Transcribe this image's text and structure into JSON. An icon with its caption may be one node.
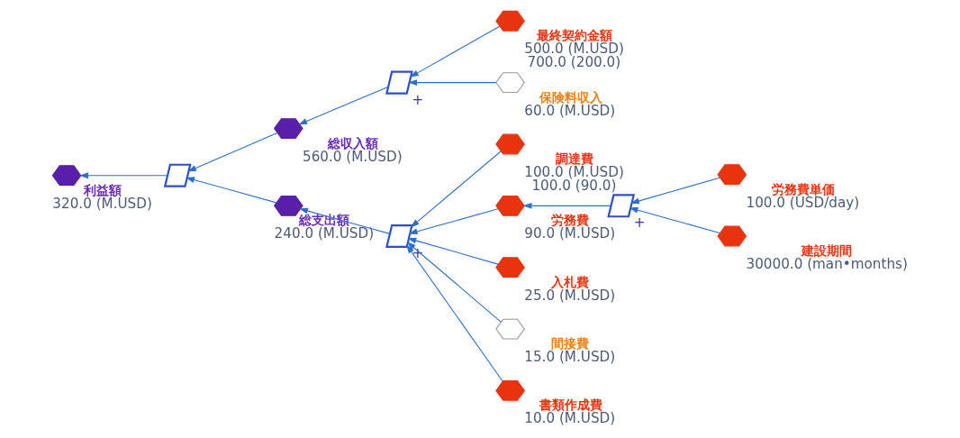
{
  "diagram": {
    "nodes": [
      {
        "text": [],
        "shape": "hexagon",
        "beside": [
          "利益額",
          "320.0 (M.USD)"
        ]
      },
      {
        "text": [],
        "shape": "diamond"
      },
      {
        "text": [],
        "shape": "hexagon",
        "beside": [
          "総収入額",
          "560.0 (M.USD)"
        ]
      },
      {
        "text": [],
        "shape": "diamond",
        "beside": [
          "+"
        ]
      },
      {
        "text": [],
        "shape": "hexagon",
        "beside": [
          "最終契約金額",
          "500.0 (M.USD)",
          "700.0 (200.0)"
        ]
      },
      {
        "text": [],
        "shape": "hexagon",
        "beside": [
          "保険料収入",
          "60.0 (M.USD)"
        ]
      },
      {
        "text": [],
        "shape": "hexagon",
        "beside": [
          "総支出額",
          "240.0 (M.USD)"
        ]
      },
      {
        "text": [],
        "shape": "diamond",
        "beside": [
          "+"
        ]
      },
      {
        "text": [],
        "shape": "hexagon",
        "beside": [
          "調達費",
          "100.0 (M.USD)",
          "100.0 (90.0)"
        ]
      },
      {
        "text": [],
        "shape": "hexagon",
        "beside": [
          "労務費",
          "90.0 (M.USD)"
        ]
      },
      {
        "text": [],
        "shape": "diamond",
        "beside": [
          "+"
        ]
      },
      {
        "text": [],
        "shape": "hexagon",
        "beside": [
          "労務費単価",
          "100.0 (USD/day)"
        ]
      },
      {
        "text": [],
        "shape": "hexagon",
        "beside": [
          "建設期間",
          "30000.0 (man•months)"
        ]
      },
      {
        "text": [],
        "shape": "hexagon",
        "beside": [
          "入札費",
          "25.0 (M.USD)"
        ]
      },
      {
        "text": [],
        "shape": "hexagon",
        "beside": [
          "間接費",
          "15.0 (M.USD)"
        ]
      },
      {
        "text": [],
        "shape": "hexagon",
        "beside": [
          "書類作成費",
          "10.0 (M.USD)"
        ]
      }
    ],
    "edges": [
      {
        "from": 1,
        "to": 0,
        "arrow": "to"
      },
      {
        "from": 2,
        "to": 1,
        "arrow": "to"
      },
      {
        "from": 3,
        "to": 2,
        "arrow": "to"
      },
      {
        "from": 4,
        "to": 3,
        "arrow": "to"
      },
      {
        "from": 5,
        "to": 3,
        "arrow": "to"
      },
      {
        "from": 6,
        "to": 1,
        "arrow": "to"
      },
      {
        "from": 7,
        "to": 6,
        "arrow": "to"
      },
      {
        "from": 8,
        "to": 7,
        "arrow": "to"
      },
      {
        "from": 9,
        "to": 7,
        "arrow": "to"
      },
      {
        "from": 10,
        "to": 9,
        "arrow": "to"
      },
      {
        "from": 11,
        "to": 10,
        "arrow": "to"
      },
      {
        "from": 12,
        "to": 10,
        "arrow": "to"
      },
      {
        "from": 13,
        "to": 7,
        "arrow": "to"
      },
      {
        "from": 14,
        "to": 7,
        "arrow": "to"
      },
      {
        "from": 15,
        "to": 7,
        "arrow": "to"
      }
    ]
  }
}
